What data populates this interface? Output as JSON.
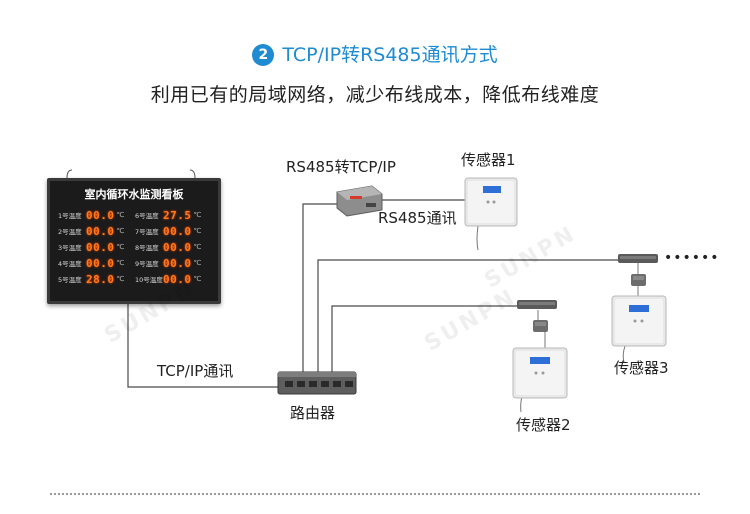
{
  "header": {
    "step_number": "2",
    "title": "TCP/IP转RS485通讯方式",
    "subtitle": "利用已有的局域网络，减少布线成本，降低布线难度"
  },
  "board": {
    "title": "室内循环水监测看板",
    "rows": [
      {
        "left_label": "1号温度",
        "left_value": "00.0",
        "right_label": "6号温度",
        "right_value": "27.5",
        "unit": "℃"
      },
      {
        "left_label": "2号温度",
        "left_value": "00.0",
        "right_label": "7号温度",
        "right_value": "00.0",
        "unit": "℃"
      },
      {
        "left_label": "3号温度",
        "left_value": "00.0",
        "right_label": "8号温度",
        "right_value": "00.0",
        "unit": "℃"
      },
      {
        "left_label": "4号温度",
        "left_value": "00.0",
        "right_label": "9号温度",
        "right_value": "00.0",
        "unit": "℃"
      },
      {
        "left_label": "5号温度",
        "left_value": "28.0",
        "right_label": "10号温度",
        "right_value": "00.0",
        "unit": "℃"
      }
    ]
  },
  "labels": {
    "converter": "RS485转TCP/IP",
    "rs485_link": "RS485通讯",
    "tcpip_link": "TCP/IP通讯",
    "router": "路由器",
    "sensor1": "传感器1",
    "sensor2": "传感器2",
    "sensor3": "传感器3",
    "ellipsis": "••••••"
  },
  "colors": {
    "accent": "#1f8bd1",
    "led": "#ff7a1a",
    "lcd": "#2d6fd6"
  }
}
